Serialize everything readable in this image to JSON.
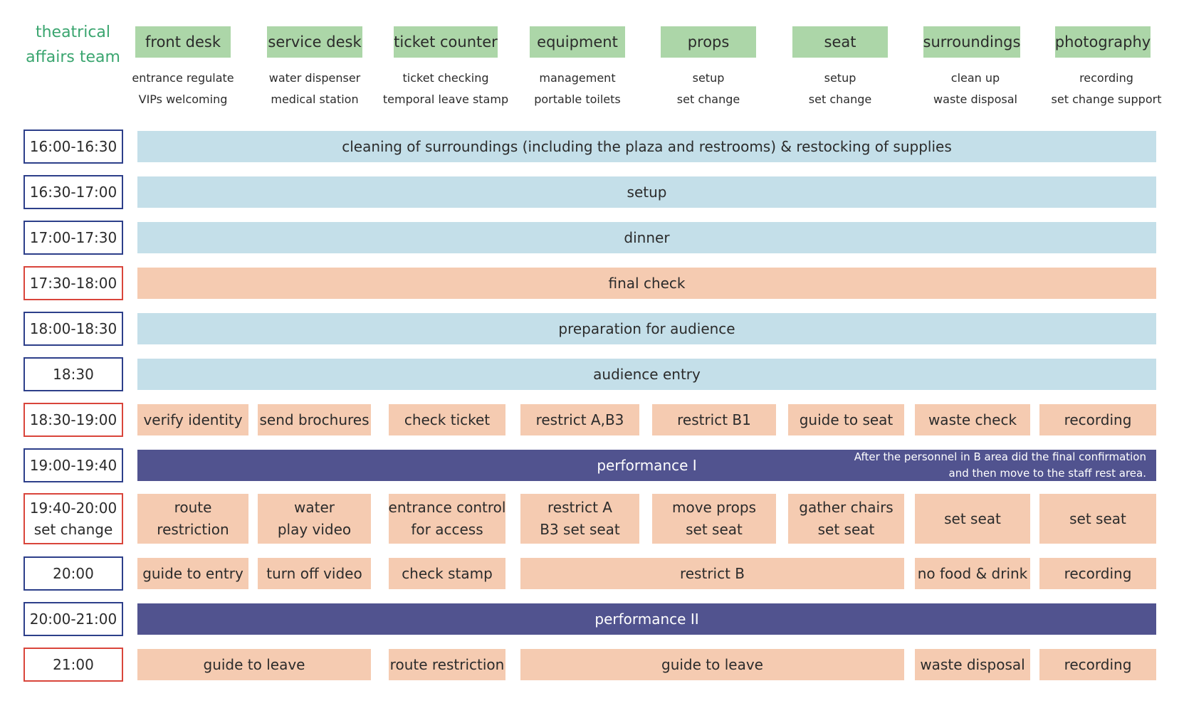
{
  "team_title": [
    "theatrical",
    "affairs team"
  ],
  "departments": [
    {
      "name": "front desk",
      "duties": [
        "entrance regulate",
        "VIPs welcoming"
      ]
    },
    {
      "name": "service desk",
      "duties": [
        "water dispenser",
        "medical station"
      ]
    },
    {
      "name": "ticket counter",
      "duties": [
        "ticket checking",
        "temporal leave stamp"
      ]
    },
    {
      "name": "equipment",
      "duties": [
        "management",
        "portable toilets"
      ]
    },
    {
      "name": "props",
      "duties": [
        "setup",
        "set change"
      ]
    },
    {
      "name": "seat",
      "duties": [
        "setup",
        "set change"
      ]
    },
    {
      "name": "surroundings",
      "duties": [
        "clean up",
        "waste disposal"
      ]
    },
    {
      "name": "photography",
      "duties": [
        "recording",
        "set change support"
      ]
    }
  ],
  "schedule": [
    {
      "time": [
        "16:00-16:30"
      ],
      "border": "blue",
      "bar": {
        "text": "cleaning of surroundings (including the plaza and restrooms) & restocking of supplies",
        "color": "blue"
      }
    },
    {
      "time": [
        "16:30-17:00"
      ],
      "border": "blue",
      "bar": {
        "text": "setup",
        "color": "blue"
      }
    },
    {
      "time": [
        "17:00-17:30"
      ],
      "border": "blue",
      "bar": {
        "text": "dinner",
        "color": "blue"
      }
    },
    {
      "time": [
        "17:30-18:00"
      ],
      "border": "red",
      "bar": {
        "text": "final check",
        "color": "peach"
      }
    },
    {
      "time": [
        "18:00-18:30"
      ],
      "border": "blue",
      "bar": {
        "text": "preparation for audience",
        "color": "blue"
      }
    },
    {
      "time": [
        "18:30"
      ],
      "border": "blue",
      "bar": {
        "text": "audience entry",
        "color": "blue"
      }
    },
    {
      "time": [
        "18:30-19:00"
      ],
      "border": "red",
      "tasks": [
        [
          "verify identity"
        ],
        [
          "send brochures"
        ],
        [
          "check ticket"
        ],
        [
          "restrict A,B3"
        ],
        [
          "restrict B1"
        ],
        [
          "guide to seat"
        ],
        [
          "waste check"
        ],
        [
          "recording"
        ]
      ]
    },
    {
      "time": [
        "19:00-19:40"
      ],
      "border": "blue",
      "bar": {
        "text": "performance I",
        "color": "navy"
      },
      "note": [
        "After the personnel in B area did the final confirmation",
        "and then move to the staff rest area."
      ]
    },
    {
      "time": [
        "19:40-20:00",
        "set change"
      ],
      "border": "red",
      "tasks": [
        [
          "route",
          "restriction"
        ],
        [
          "water",
          "play video"
        ],
        [
          "entrance control",
          "for access"
        ],
        [
          "restrict A",
          "B3 set seat"
        ],
        [
          "move props",
          "set seat"
        ],
        [
          "gather chairs",
          "set seat"
        ],
        [
          "set seat"
        ],
        [
          "set seat"
        ]
      ]
    },
    {
      "time": [
        "20:00"
      ],
      "border": "blue",
      "tasks": [
        [
          "guide to entry"
        ],
        [
          "turn off video"
        ],
        [
          "check stamp"
        ],
        [
          "restrict B"
        ],
        [
          "no food & drink"
        ],
        [
          "recording"
        ]
      ]
    },
    {
      "time": [
        "20:00-21:00"
      ],
      "border": "blue",
      "bar": {
        "text": "performance II",
        "color": "navy"
      }
    },
    {
      "time": [
        "21:00"
      ],
      "border": "red",
      "tasks": [
        [
          "guide to leave"
        ],
        [
          "route restriction"
        ],
        [
          "guide to leave"
        ],
        [
          "waste disposal"
        ],
        [
          "recording"
        ]
      ]
    }
  ],
  "colors": {
    "department_fill": "#acd6a8",
    "title_green": "#3aa56f",
    "blue_bar": "#c4dfe9",
    "peach_bar": "#f5cbb1",
    "navy_bar": "#51538f",
    "time_border_blue": "#2d3f8a",
    "time_border_red": "#d9453b"
  }
}
